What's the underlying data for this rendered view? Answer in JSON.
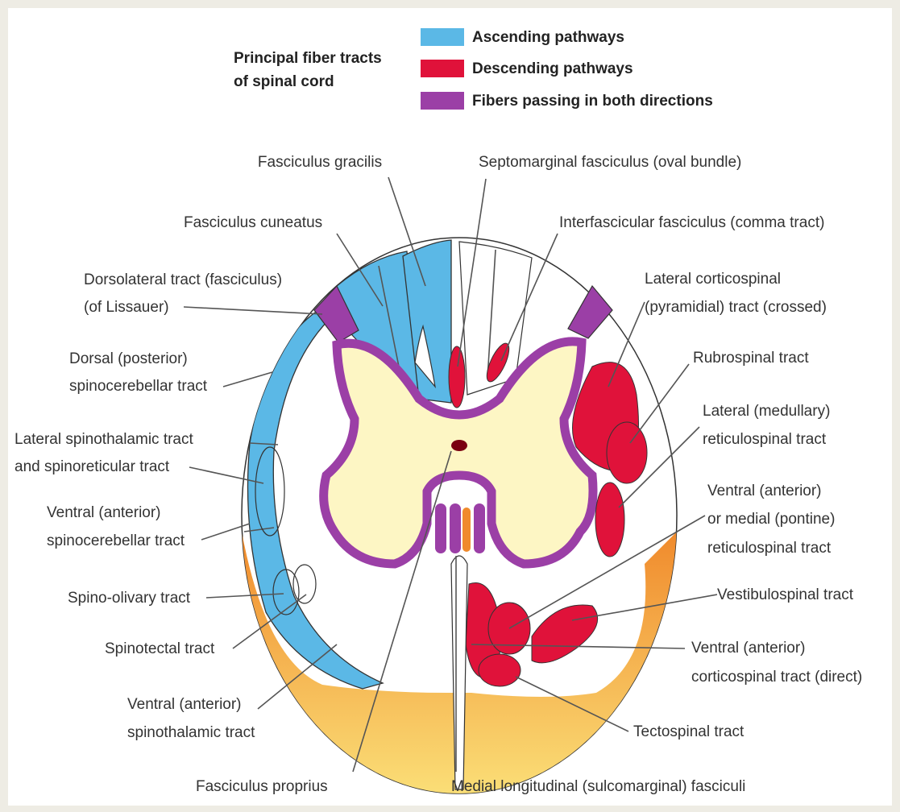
{
  "title_lines": [
    "Principal fiber tracts",
    "of spinal cord"
  ],
  "legend": [
    {
      "label": "Ascending pathways",
      "color": "#5bb8e6"
    },
    {
      "label": "Descending pathways",
      "color": "#e0123a"
    },
    {
      "label": "Fibers passing in both directions",
      "color": "#9b3fa6"
    }
  ],
  "colors": {
    "background": "#eeece4",
    "panel": "#ffffff",
    "gray_matter": "#fdf6c4",
    "ascending": "#5bb8e6",
    "descending": "#e0123a",
    "both_directions": "#9b3fa6",
    "ventral_gradient_dark": "#f08a2c",
    "ventral_gradient_light": "#fbe27a",
    "outline": "#333333",
    "central_canal": "#7a0010"
  },
  "labels": {
    "fasciculus_gracilis": [
      "Fasciculus gracilis"
    ],
    "septomarginal": [
      "Septomarginal fasciculus (oval bundle)"
    ],
    "fasciculus_cuneatus": [
      "Fasciculus cuneatus"
    ],
    "interfascicular": [
      "Interfascicular fasciculus (comma tract)"
    ],
    "dorsolateral": [
      "Dorsolateral tract (fasciculus)",
      "(of Lissauer)"
    ],
    "lateral_corticospinal": [
      "Lateral corticospinal",
      "(pyramidial) tract (crossed)"
    ],
    "dorsal_spinocerebellar": [
      "Dorsal (posterior)",
      "spinocerebellar tract"
    ],
    "rubrospinal": [
      "Rubrospinal tract"
    ],
    "lateral_spinothalamic": [
      "Lateral spinothalamic tract",
      "and spinoreticular tract"
    ],
    "lateral_reticulospinal": [
      "Lateral (medullary)",
      "reticulospinal tract"
    ],
    "ventral_spinocerebellar": [
      "Ventral (anterior)",
      "spinocerebellar tract"
    ],
    "ventral_reticulospinal": [
      "Ventral (anterior)",
      "or medial (pontine)",
      "reticulospinal tract"
    ],
    "spino_olivary": [
      "Spino-olivary tract"
    ],
    "vestibulospinal": [
      "Vestibulospinal tract"
    ],
    "spinotectal": [
      "Spinotectal tract"
    ],
    "ventral_corticospinal": [
      "Ventral (anterior)",
      "corticospinal tract (direct)"
    ],
    "ventral_spinothalamic": [
      "Ventral (anterior)",
      "spinothalamic tract"
    ],
    "tectospinal": [
      "Tectospinal tract"
    ],
    "fasciculus_proprius": [
      "Fasciculus proprius"
    ],
    "medial_longitudinal": [
      "Medial longitudinal (sulcomarginal) fasciculi"
    ]
  }
}
